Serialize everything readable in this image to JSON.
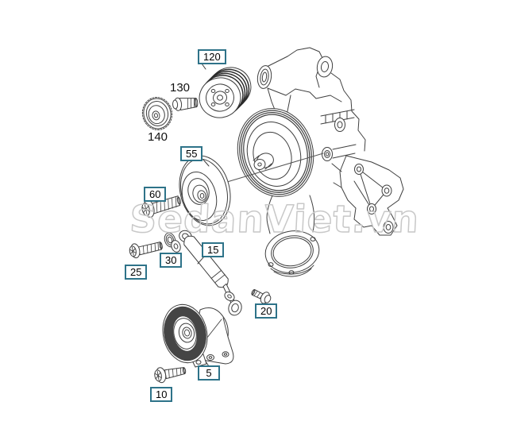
{
  "diagram": {
    "watermark": "SedanViet.vn",
    "callout_border_color": "#2e7389",
    "line_color": "#3f3f3f",
    "watermark_color": "#c8c8c8",
    "parts": {
      "p120": {
        "label": "120"
      },
      "p130": {
        "label": "130"
      },
      "p140": {
        "label": "140"
      },
      "p55": {
        "label": "55"
      },
      "p60": {
        "label": "60"
      },
      "p30": {
        "label": "30"
      },
      "p25": {
        "label": "25"
      },
      "p15": {
        "label": "15"
      },
      "p20": {
        "label": "20"
      },
      "p5": {
        "label": "5"
      },
      "p10": {
        "label": "10"
      }
    }
  }
}
